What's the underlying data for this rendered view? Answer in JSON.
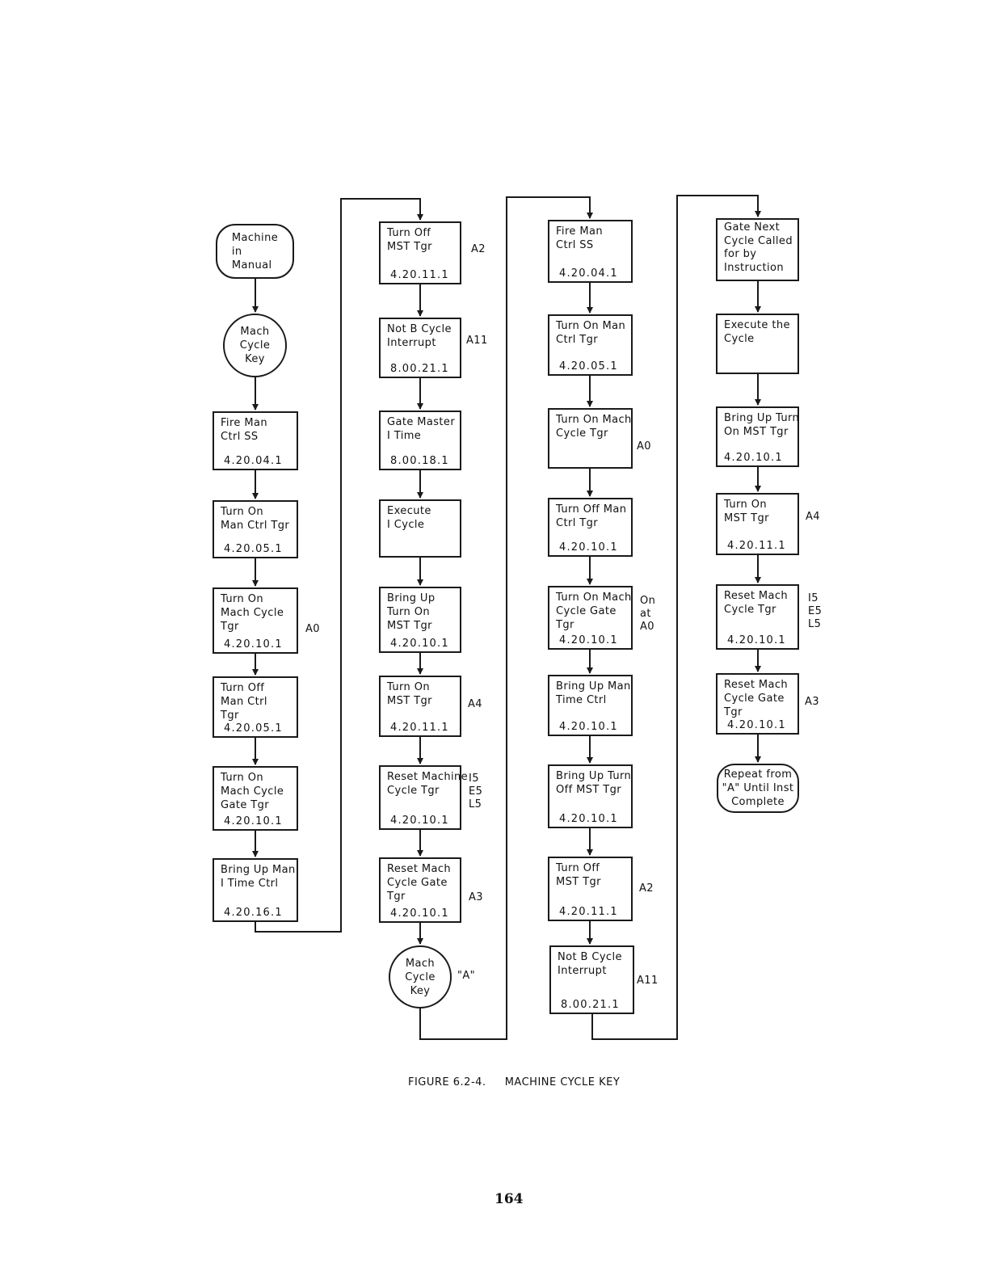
{
  "start": {
    "text": "Machine\nin\nManual"
  },
  "key1": {
    "text": "Mach\nCycle\nKey"
  },
  "col1": [
    {
      "text": "Fire Man\nCtrl SS",
      "ref": "4.20.04.1",
      "note": ""
    },
    {
      "text": "Turn On\nMan Ctrl Tgr",
      "ref": "4.20.05.1",
      "note": ""
    },
    {
      "text": "Turn On\nMach Cycle\nTgr",
      "ref": "4.20.10.1",
      "note": "A0"
    },
    {
      "text": "Turn Off\nMan Ctrl\nTgr",
      "ref": "4.20.05.1",
      "note": ""
    },
    {
      "text": "Turn On\nMach Cycle\nGate Tgr",
      "ref": "4.20.10.1",
      "note": ""
    },
    {
      "text": "Bring Up Man\nI Time Ctrl",
      "ref": "4.20.16.1",
      "note": ""
    }
  ],
  "col2": [
    {
      "text": "Turn Off\nMST Tgr",
      "ref": "4.20.11.1",
      "note": "A2"
    },
    {
      "text": "Not B Cycle\nInterrupt",
      "ref": "8.00.21.1",
      "note": "A11"
    },
    {
      "text": "Gate Master\nI Time",
      "ref": "8.00.18.1",
      "note": ""
    },
    {
      "text": "Execute\nI Cycle",
      "ref": "",
      "note": ""
    },
    {
      "text": "Bring Up\nTurn On\nMST Tgr",
      "ref": "4.20.10.1",
      "note": ""
    },
    {
      "text": "Turn On\nMST Tgr",
      "ref": "4.20.11.1",
      "note": "A4"
    },
    {
      "text": "Reset Machine\nCycle Tgr",
      "ref": "4.20.10.1",
      "note": "I5\nE5\nL5"
    },
    {
      "text": "Reset Mach\nCycle Gate\nTgr",
      "ref": "4.20.10.1",
      "note": "A3"
    }
  ],
  "key2": {
    "text": "Mach\nCycle\nKey",
    "note": "\"A\""
  },
  "col3": [
    {
      "text": "Fire Man\nCtrl SS",
      "ref": "4.20.04.1",
      "note": ""
    },
    {
      "text": "Turn On Man\nCtrl Tgr",
      "ref": "4.20.05.1",
      "note": ""
    },
    {
      "text": "Turn On Mach\nCycle Tgr",
      "ref": "",
      "note": "A0"
    },
    {
      "text": "Turn Off Man\nCtrl Tgr",
      "ref": "4.20.10.1",
      "note": ""
    },
    {
      "text": "Turn On Mach\nCycle Gate\nTgr",
      "ref": "4.20.10.1",
      "note": "On\nat\nA0"
    },
    {
      "text": "Bring Up Man\nTime Ctrl",
      "ref": "4.20.10.1",
      "note": ""
    },
    {
      "text": "Bring Up Turn\nOff MST Tgr",
      "ref": "4.20.10.1",
      "note": ""
    },
    {
      "text": "Turn Off\nMST Tgr",
      "ref": "4.20.11.1",
      "note": "A2"
    },
    {
      "text": "Not B Cycle\nInterrupt",
      "ref": "8.00.21.1",
      "note": "A11"
    }
  ],
  "col4": [
    {
      "text": "Gate Next\nCycle Called\nfor by\nInstruction",
      "ref": "",
      "note": ""
    },
    {
      "text": "Execute the\nCycle",
      "ref": "",
      "note": ""
    },
    {
      "text": "Bring Up Turn\nOn MST Tgr",
      "ref": "4.20.10.1",
      "note": ""
    },
    {
      "text": "Turn On\nMST Tgr",
      "ref": "4.20.11.1",
      "note": "A4"
    },
    {
      "text": "Reset Mach\nCycle Tgr",
      "ref": "4.20.10.1",
      "note": "I5\nE5\nL5"
    },
    {
      "text": "Reset Mach\nCycle Gate\nTgr",
      "ref": "4.20.10.1",
      "note": "A3"
    }
  ],
  "end": {
    "text": "Repeat from\n\"A\" Until Inst\nComplete"
  },
  "caption": "FIGURE 6.2-4.     MACHINE CYCLE KEY",
  "page_number": "164"
}
